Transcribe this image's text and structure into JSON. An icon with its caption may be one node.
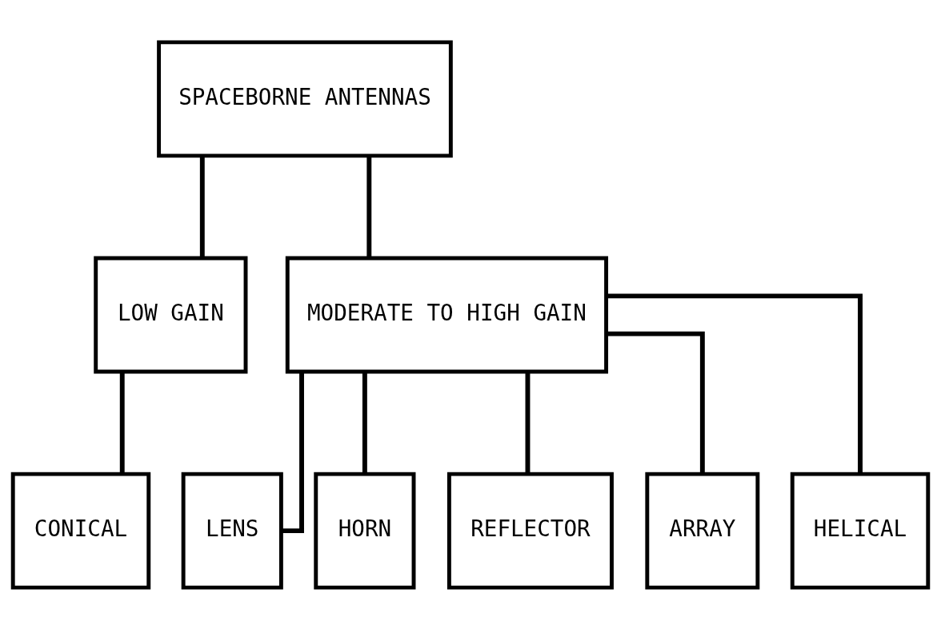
{
  "diagram": {
    "nodes": [
      {
        "text": [
          "SPACEBORNE ANTENNAS"
        ]
      },
      {
        "text": [
          "LOW GAIN"
        ]
      },
      {
        "text": [
          "MODERATE TO HIGH GAIN"
        ]
      },
      {
        "text": [
          "CONICAL"
        ]
      },
      {
        "text": [
          "LENS"
        ]
      },
      {
        "text": [
          "HORN"
        ]
      },
      {
        "text": [
          "REFLECTOR"
        ]
      },
      {
        "text": [
          "ARRAY"
        ]
      },
      {
        "text": [
          "HELICAL"
        ]
      }
    ],
    "edges": [
      {
        "from": 0,
        "to": 1,
        "arrow": "none"
      },
      {
        "from": 0,
        "to": 2,
        "arrow": "none"
      },
      {
        "from": 1,
        "to": 3,
        "arrow": "none"
      },
      {
        "from": 2,
        "to": 4,
        "arrow": "none"
      },
      {
        "from": 2,
        "to": 5,
        "arrow": "none"
      },
      {
        "from": 2,
        "to": 6,
        "arrow": "none"
      },
      {
        "from": 2,
        "to": 7,
        "arrow": "none"
      },
      {
        "from": 2,
        "to": 8,
        "arrow": "none"
      }
    ]
  }
}
